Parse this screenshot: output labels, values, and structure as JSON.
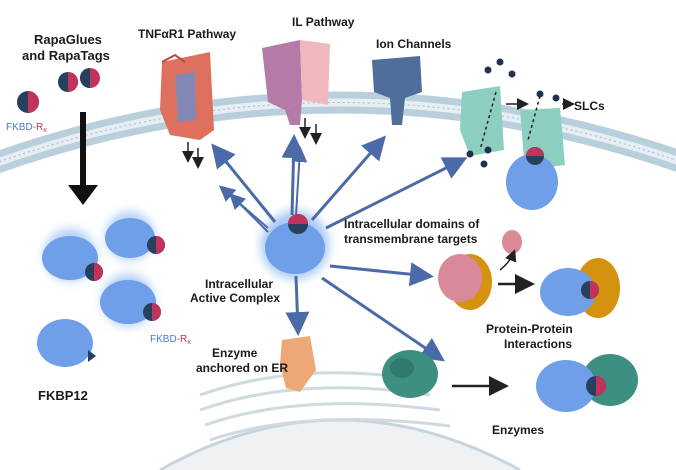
{
  "labels": {
    "rapaglues": "RapaGlues",
    "and_rapatags": "and RapaTags",
    "tnf": "TNFαR1 Pathway",
    "il": "IL Pathway",
    "ion": "Ion Channels",
    "slcs": "SLCs",
    "intra_domains_1": "Intracellular domains of",
    "intra_domains_2": "transmembrane targets",
    "active_1": "Intracellular",
    "active_2": "Active Complex",
    "ppi_1": "Protein-Protein",
    "ppi_2": "Interactions",
    "enzyme_er_1": "Enzyme",
    "enzyme_er_2": "anchored on ER",
    "fkbp12": "FKBP12",
    "enzymes": "Enzymes",
    "fkbd_top": "FKBD-",
    "fkbd_top_r": "R",
    "fkbd_top_sub": "x",
    "fkbd_mid": "FKBD-",
    "fkbd_mid_r": "R",
    "fkbd_mid_sub": "x"
  },
  "colors": {
    "membrane": "#b9d0dc",
    "membrane_inner": "#e6eef3",
    "fkbp_blue": "#6f9fe8",
    "glue_red": "#c0335a",
    "glue_navy": "#26405e",
    "arrow": "#4a6aa8",
    "tnf_red": "#e0705e",
    "il_pink": "#d9a2b0",
    "ion_blue": "#4f6f9a",
    "slc_teal": "#8ccfc0",
    "enzyme_orange": "#eea878",
    "enzyme_teal": "#3d8f82",
    "ppi_orange": "#d4920f",
    "ppi_pink": "#d88a98",
    "fkbd_blue_text": "#4a78d0",
    "fkbd_red_text": "#c0335a"
  }
}
